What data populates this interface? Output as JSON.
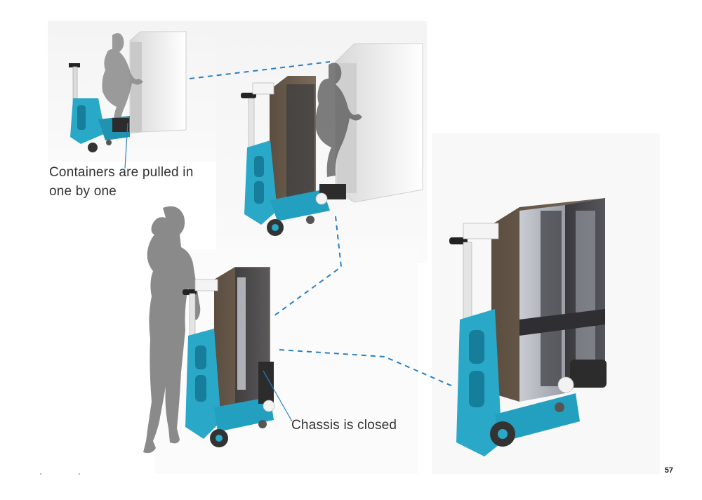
{
  "captions": {
    "containers_pulled": "Containers are pulled in one by one",
    "chassis_closed": "Chassis is closed"
  },
  "page": {
    "number": "57"
  },
  "colors": {
    "chassis": "#2aa8c8",
    "chassis_dark": "#167e9a",
    "container": "#6e6050",
    "cabinet": "#f2f2f2",
    "silhouette": "#8a8a8a",
    "dashed_connector": "#2a7fc4",
    "leader_line": "#2a7fc4"
  },
  "icons": [
    "person-silhouette-icon",
    "trolley-icon",
    "cabinet-icon",
    "container-icon"
  ]
}
